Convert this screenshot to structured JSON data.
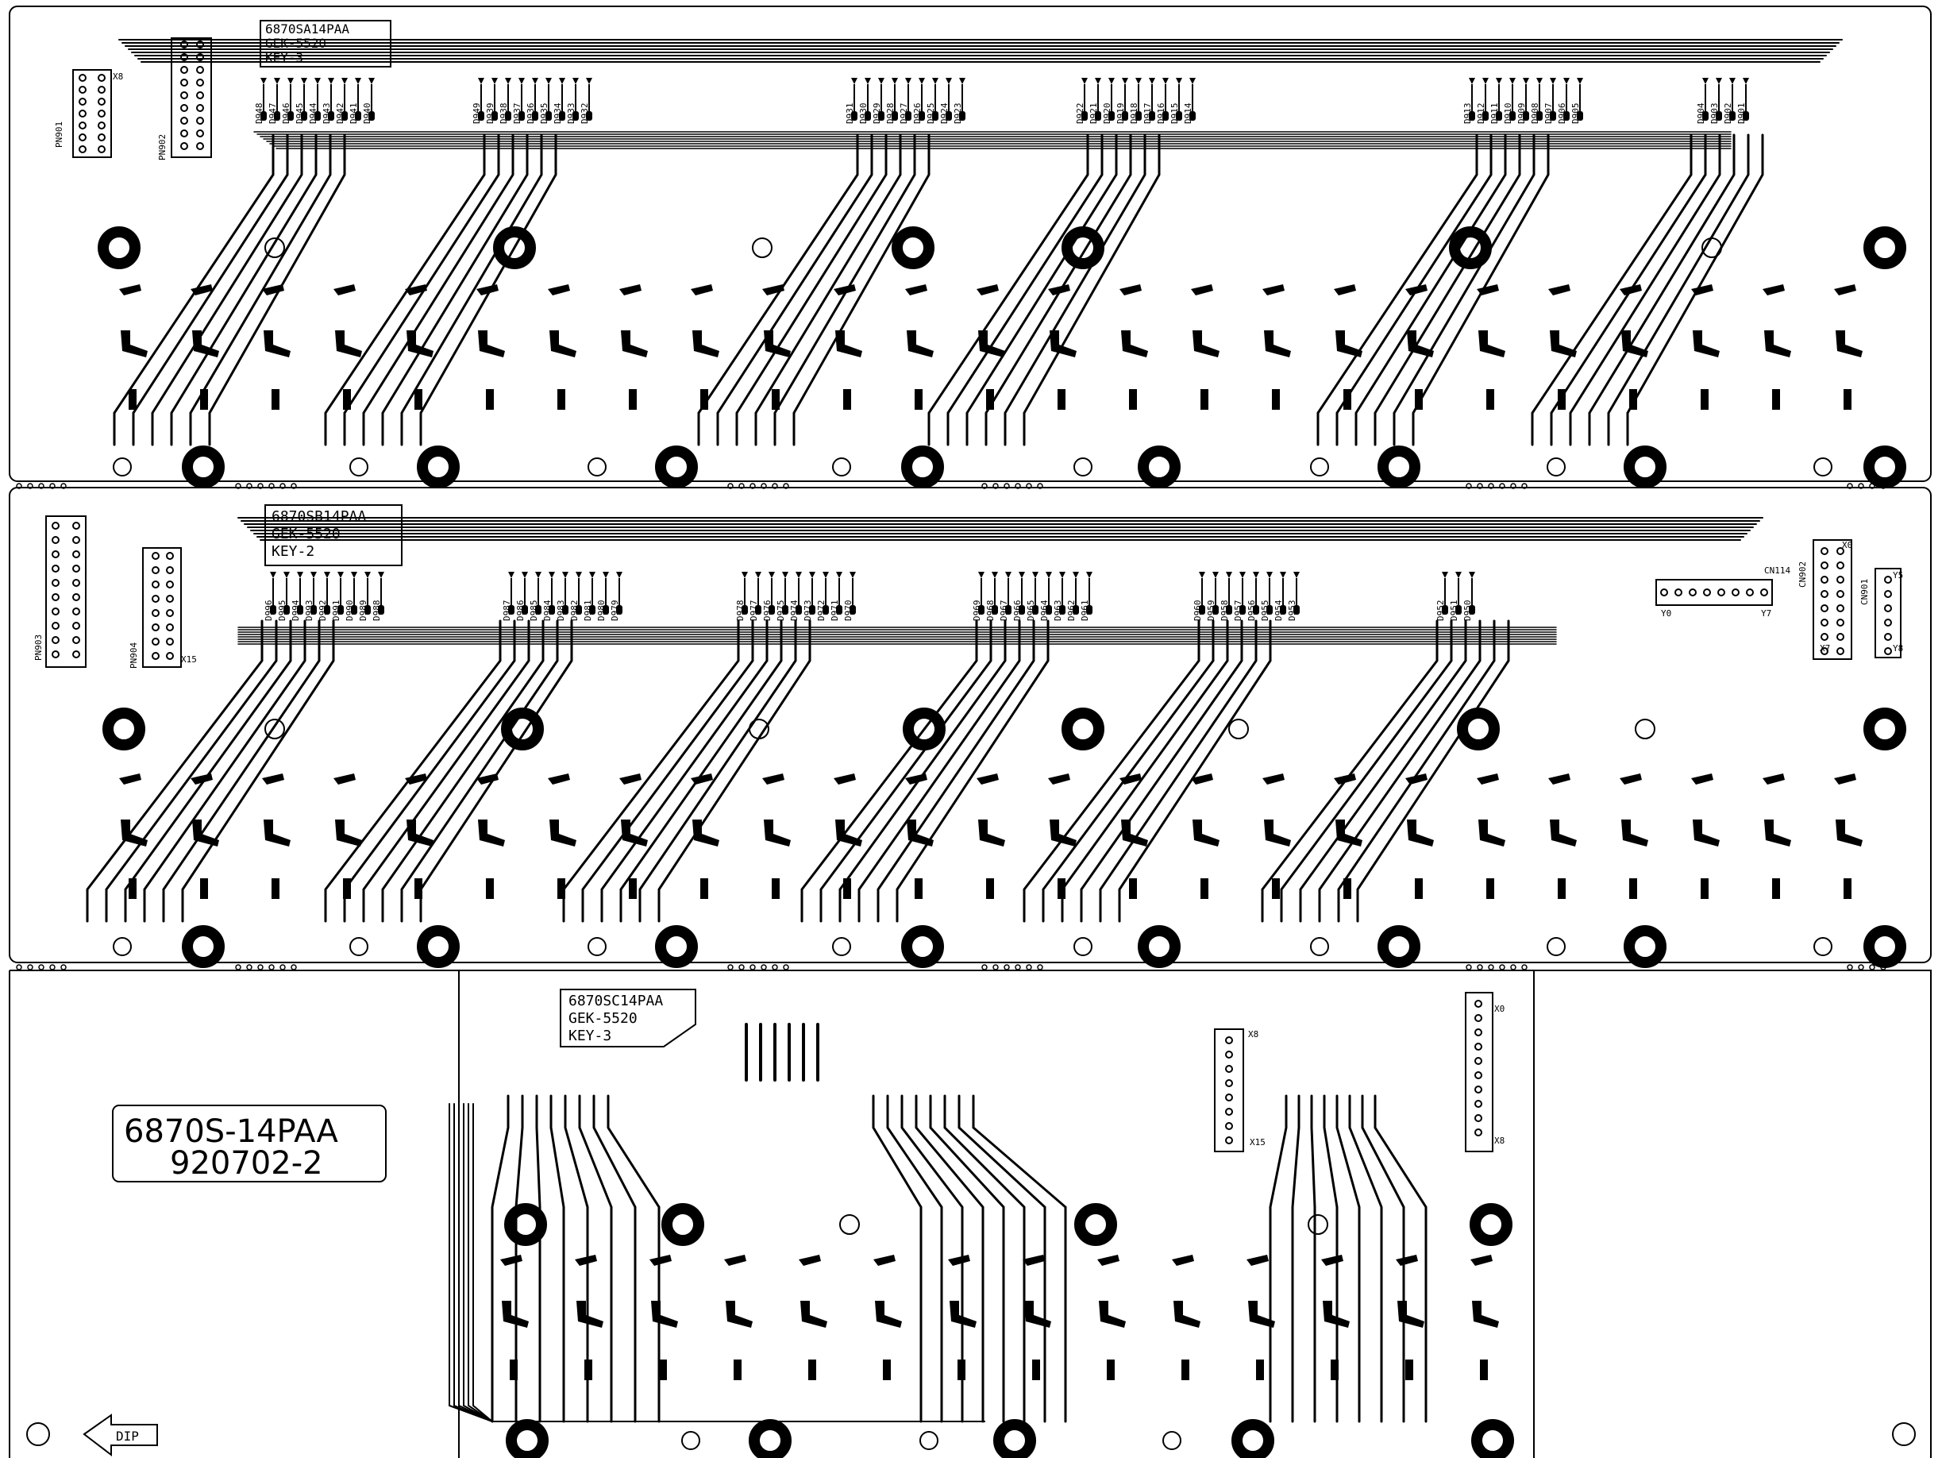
{
  "boards": [
    {
      "label_lines": [
        "6870SA14PAA",
        "GEK-5520",
        "KEY-3"
      ]
    },
    {
      "label_lines": [
        "6870SB14PAA",
        "GEK-5520",
        "KEY-2"
      ]
    },
    {
      "label_lines": [
        "6870SC14PAA",
        "GEK-5520",
        "KEY-3"
      ]
    }
  ],
  "panel_label": {
    "line1": "6870S-14PAA",
    "line2": "920702-2"
  },
  "dip_label": "DIP",
  "connectors": {
    "top": [
      "PN901",
      "PN902"
    ],
    "middle": [
      "PN903",
      "PN904",
      "CN114",
      "CN902",
      "CN901"
    ]
  },
  "pin_labels": {
    "top_x": "X8",
    "x15": "X15",
    "mid_right": [
      "Y0",
      "Y7",
      "X0",
      "X7",
      "Y5",
      "Y8"
    ],
    "bottom": [
      "X8",
      "X15",
      "X0",
      "X8"
    ]
  },
  "diode_labels": {
    "board_a": [
      "D948",
      "D947",
      "D946",
      "D945",
      "D944",
      "D943",
      "D942",
      "D941",
      "D940",
      "D949",
      "D939",
      "D938",
      "D937",
      "D936",
      "D935",
      "D934",
      "D933",
      "D932",
      "D931",
      "D930",
      "D929",
      "D928",
      "D927",
      "D926",
      "D925",
      "D924",
      "D923",
      "D922",
      "D921",
      "D920",
      "D919",
      "D918",
      "D917",
      "D916",
      "D915",
      "D914",
      "D913",
      "D912",
      "D911",
      "D910",
      "D909",
      "D908",
      "D907",
      "D906",
      "D905",
      "D904",
      "D903",
      "D902",
      "D901"
    ],
    "board_b": [
      "D996",
      "D995",
      "D994",
      "D993",
      "D992",
      "D991",
      "D990",
      "D989",
      "D988",
      "D987",
      "D986",
      "D985",
      "D984",
      "D983",
      "D982",
      "D981",
      "D980",
      "D979",
      "D978",
      "D977",
      "D976",
      "D975",
      "D974",
      "D973",
      "D972",
      "D971",
      "D970",
      "D969",
      "D968",
      "D967",
      "D966",
      "D965",
      "D964",
      "D963",
      "D962",
      "D961",
      "D960",
      "D959",
      "D958",
      "D957",
      "D956",
      "D955",
      "D954",
      "D953",
      "D952",
      "D951",
      "D950"
    ]
  }
}
